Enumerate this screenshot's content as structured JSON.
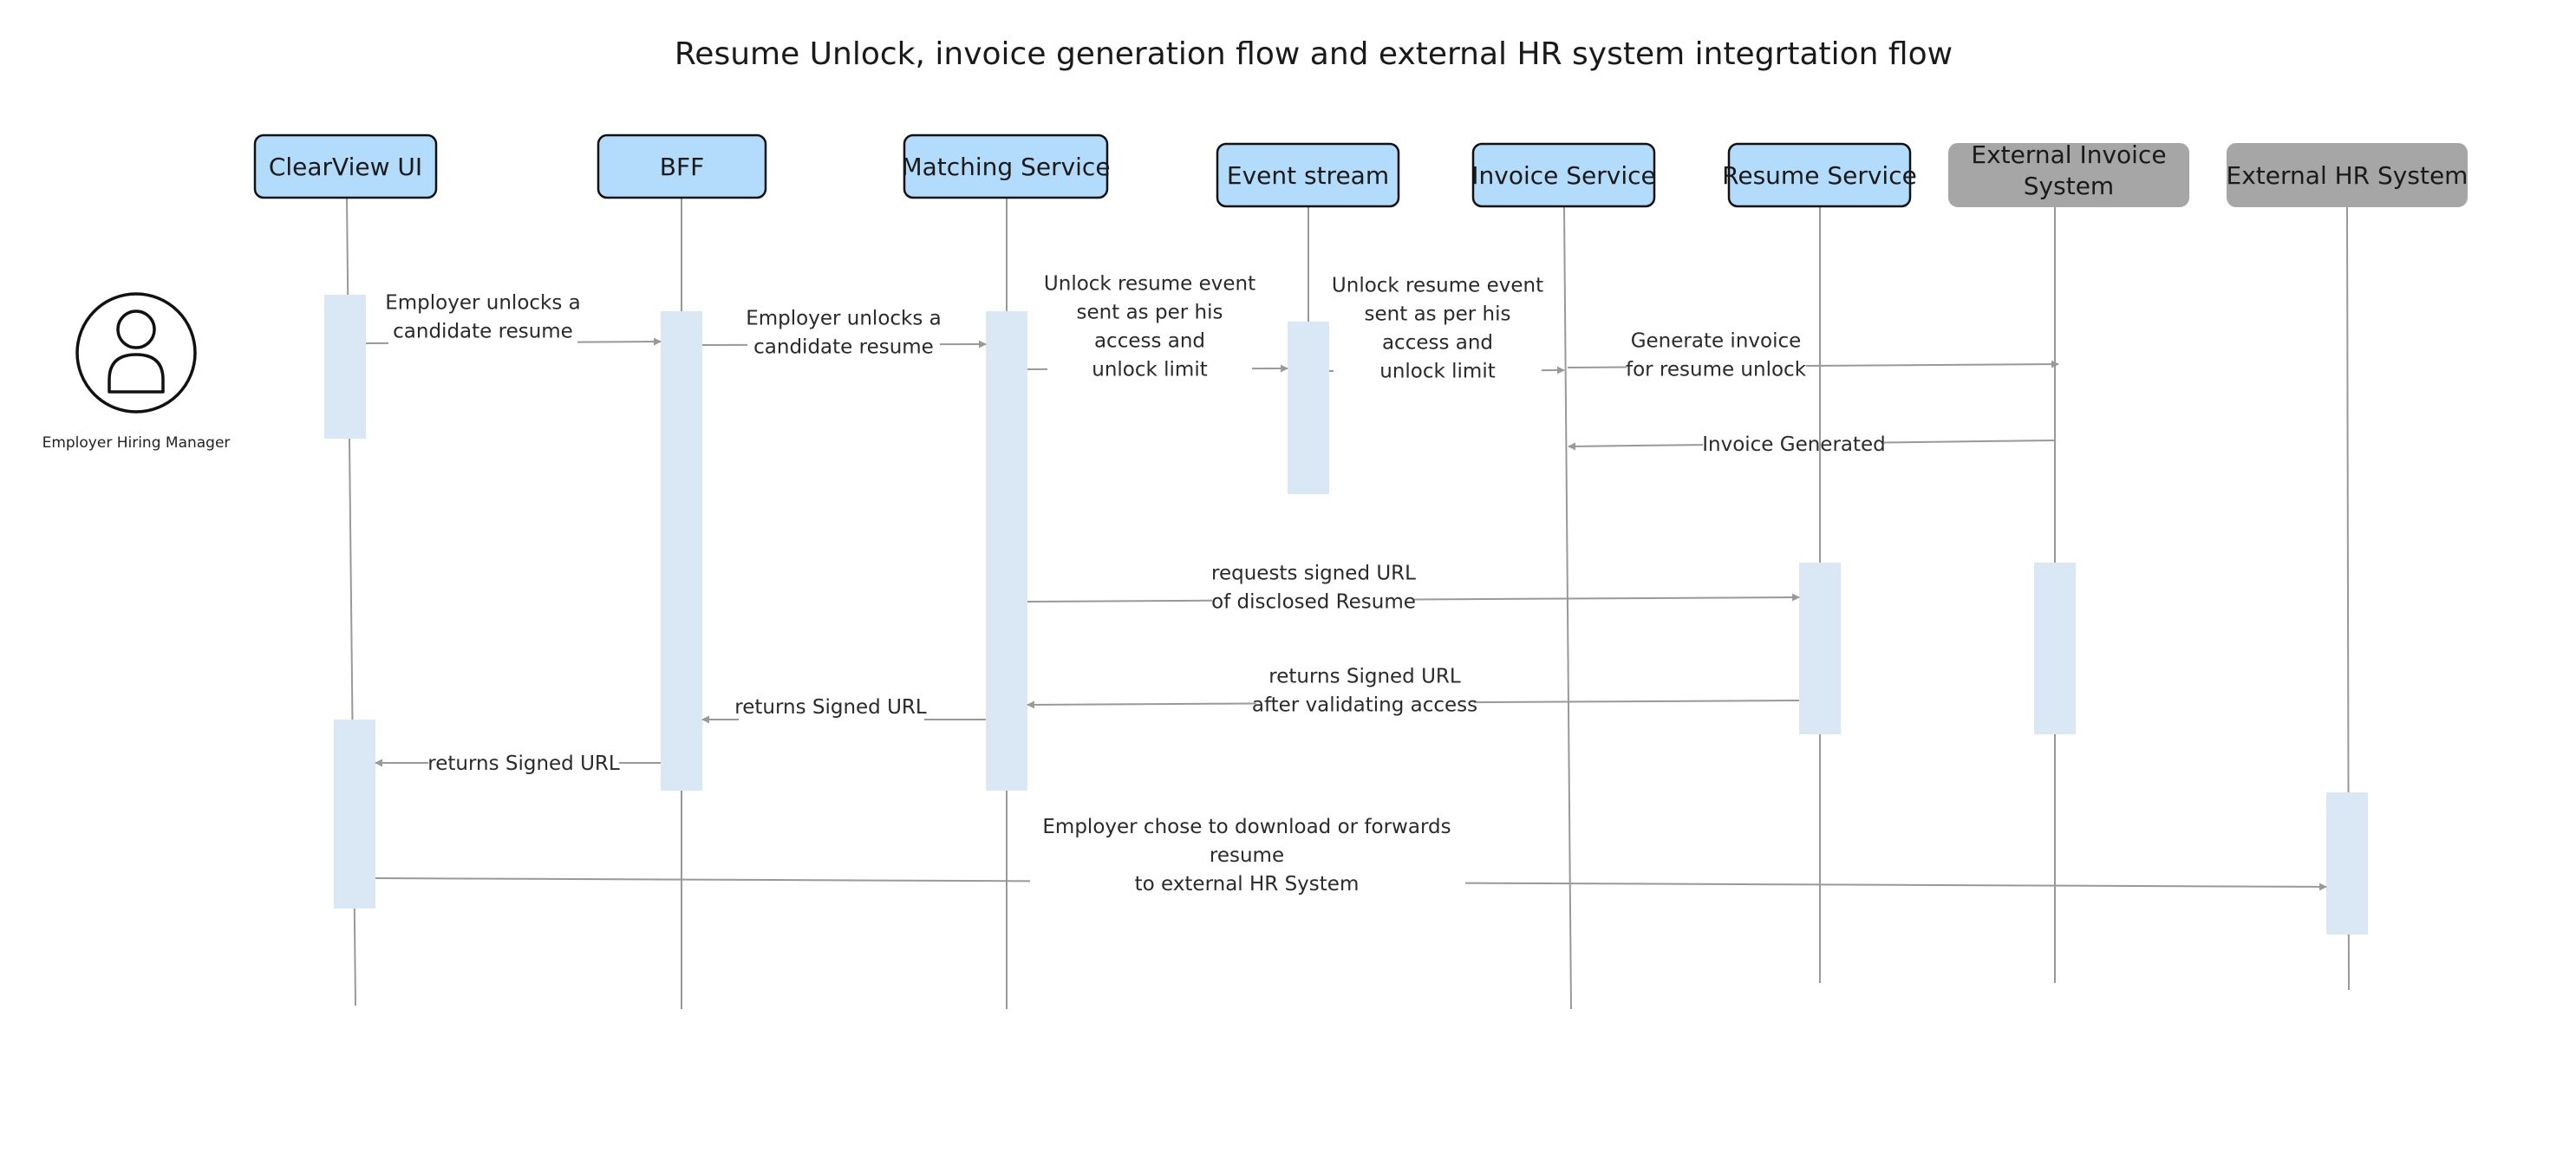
{
  "title": "Resume Unlock, invoice generation flow and external HR system integrtation flow",
  "user": {
    "label": "Employer Hiring Manager",
    "icon": "person-icon"
  },
  "colors": {
    "participant": "#b3dbfb",
    "external": "#a6a6a6",
    "activation": "#dae8f5",
    "line": "#999999",
    "text": "#222222"
  },
  "participants": [
    {
      "id": "clearview-ui",
      "label": [
        "ClearView UI"
      ],
      "external": false
    },
    {
      "id": "bff",
      "label": [
        "BFF"
      ],
      "external": false
    },
    {
      "id": "matching-service",
      "label": [
        "Matching Service"
      ],
      "external": false
    },
    {
      "id": "event-stream",
      "label": [
        "Event stream"
      ],
      "external": false
    },
    {
      "id": "invoice-service",
      "label": [
        "Invoice Service"
      ],
      "external": false
    },
    {
      "id": "resume-service",
      "label": [
        "Resume Service"
      ],
      "external": false
    },
    {
      "id": "external-invoice-system",
      "label": [
        "External Invoice",
        "System"
      ],
      "external": true
    },
    {
      "id": "external-hr-system",
      "label": [
        "External HR System"
      ],
      "external": true
    }
  ],
  "messages": [
    {
      "from": 0,
      "to": 1,
      "lines": [
        "Employer unlocks a",
        "candidate resume"
      ]
    },
    {
      "from": 1,
      "to": 2,
      "lines": [
        "Employer unlocks a",
        "candidate resume"
      ]
    },
    {
      "from": 2,
      "to": 3,
      "lines": [
        "Unlock resume event",
        "sent as per his",
        "access and",
        "unlock limit"
      ]
    },
    {
      "from": 3,
      "to": 4,
      "lines": [
        "Unlock resume event",
        "sent as per his",
        "access and",
        "unlock limit"
      ]
    },
    {
      "from": 4,
      "to": 6,
      "lines": [
        "Generate invoice",
        "for resume unlock"
      ]
    },
    {
      "from": 6,
      "to": 4,
      "lines": [
        "Invoice Generated"
      ]
    },
    {
      "from": 2,
      "to": 5,
      "lines": [
        "requests signed URL",
        "of disclosed Resume"
      ]
    },
    {
      "from": 5,
      "to": 2,
      "lines": [
        "returns Signed URL",
        "after validating access"
      ]
    },
    {
      "from": 2,
      "to": 1,
      "lines": [
        "returns Signed URL"
      ]
    },
    {
      "from": 1,
      "to": 0,
      "lines": [
        "returns Signed URL"
      ]
    },
    {
      "from": 0,
      "to": 7,
      "lines": [
        "Employer chose to download or forwards",
        "resume",
        "to external HR System"
      ]
    }
  ]
}
